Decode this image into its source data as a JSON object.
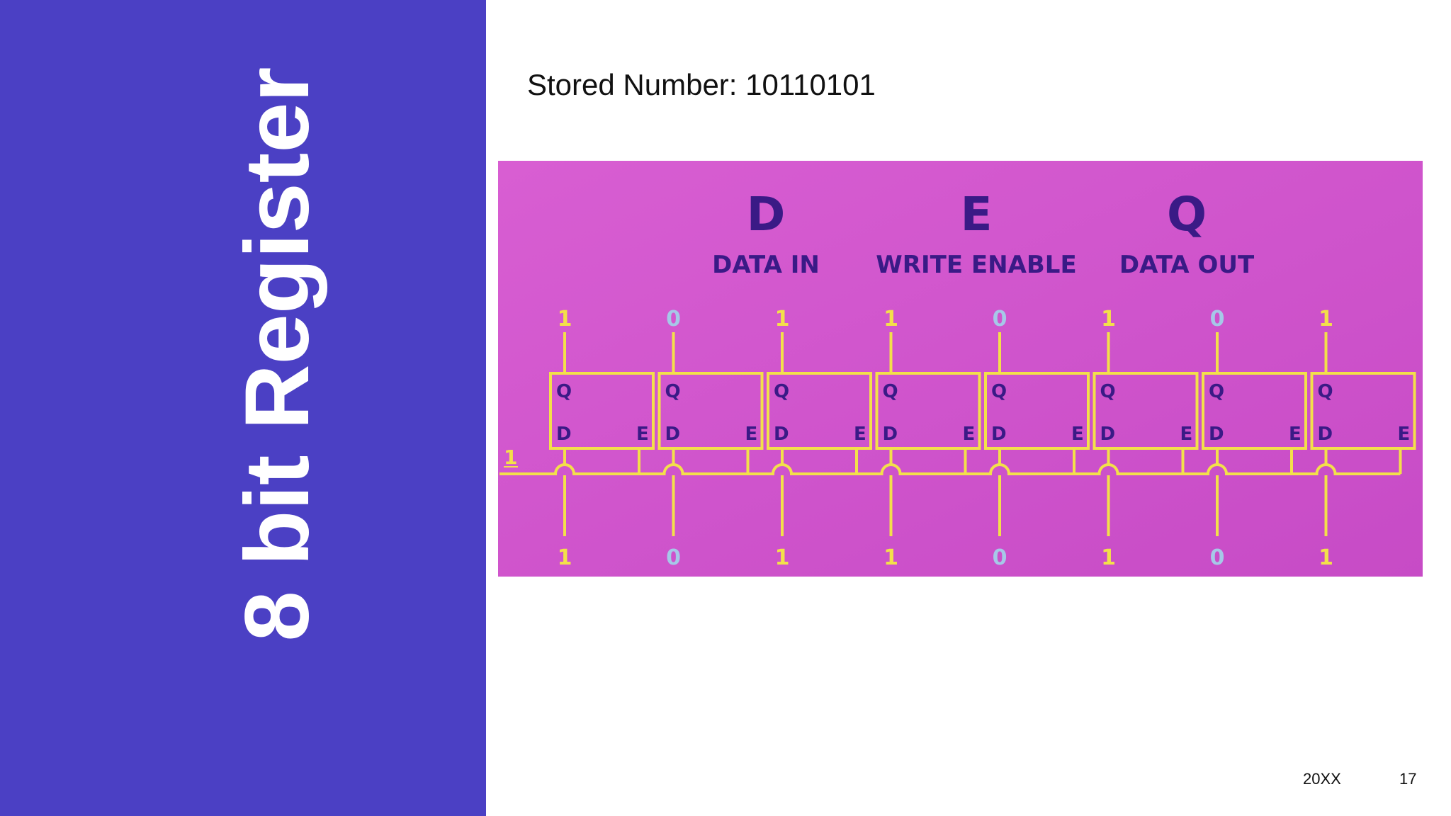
{
  "slide": {
    "title": "8 bit Register",
    "stored_label": "Stored Number: 10110101",
    "footer_date": "20XX",
    "page_number": "17"
  },
  "diagram": {
    "legend": [
      {
        "letter": "D",
        "caption": "DATA IN"
      },
      {
        "letter": "E",
        "caption": "WRITE ENABLE"
      },
      {
        "letter": "Q",
        "caption": "DATA OUT"
      }
    ],
    "enable_value": "1",
    "cell_labels": {
      "q": "Q",
      "d": "D",
      "e": "E"
    },
    "outputs": [
      "1",
      "0",
      "1",
      "1",
      "0",
      "1",
      "0",
      "1"
    ],
    "inputs": [
      "1",
      "0",
      "1",
      "1",
      "0",
      "1",
      "0",
      "1"
    ],
    "colors": {
      "background": "#d95fd3",
      "wire": "#f3e04a",
      "cell_text": "#3a1a86",
      "bit_one": "#f3e04a",
      "bit_zero": "#a6c8e8",
      "sidebar": "#4b40c4"
    }
  }
}
